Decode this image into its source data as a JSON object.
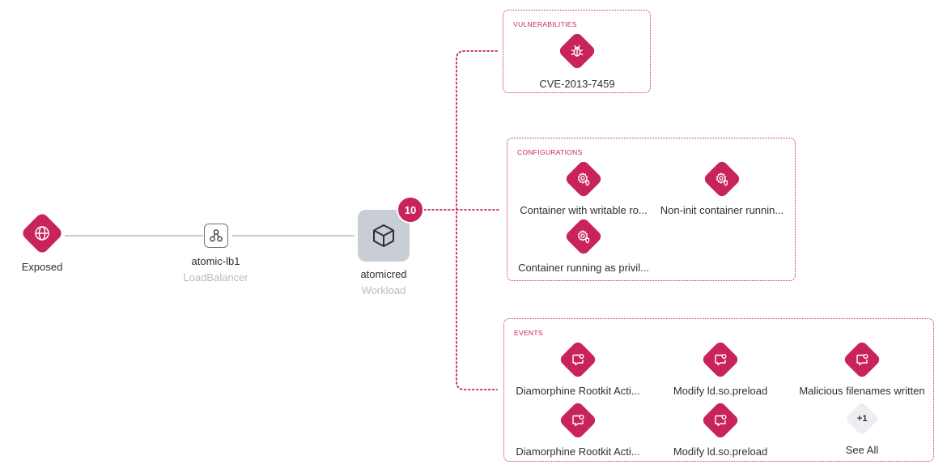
{
  "colors": {
    "accent": "#c8235c",
    "line": "#a7abb2",
    "workload_bg": "#c9ced6",
    "muted_text": "#b8bcc3"
  },
  "nodes": {
    "exposed": {
      "label": "Exposed",
      "icon": "globe-icon"
    },
    "load_balancer": {
      "label": "atomic-lb1",
      "type": "LoadBalancer",
      "icon": "load-balancer-icon"
    },
    "workload": {
      "label": "atomicred",
      "type": "Workload",
      "icon": "cube-icon",
      "badge": "10"
    }
  },
  "groups": {
    "vulnerabilities": {
      "title": "VULNERABILITIES",
      "items": [
        {
          "label": "CVE-2013-7459",
          "icon": "bug-icon"
        }
      ]
    },
    "configurations": {
      "title": "CONFIGURATIONS",
      "items": [
        {
          "label": "Container with writable ro...",
          "icon": "gear-shield-icon"
        },
        {
          "label": "Non-init container runnin...",
          "icon": "gear-shield-icon"
        },
        {
          "label": "Container running as privil...",
          "icon": "gear-shield-icon"
        }
      ]
    },
    "events": {
      "title": "EVENTS",
      "items": [
        {
          "label": "Diamorphine Rootkit Acti...",
          "icon": "alert-message-icon"
        },
        {
          "label": "Modify ld.so.preload",
          "icon": "alert-message-icon"
        },
        {
          "label": "Malicious filenames written",
          "icon": "alert-message-icon"
        },
        {
          "label": "Diamorphine Rootkit Acti...",
          "icon": "alert-message-icon"
        },
        {
          "label": "Modify ld.so.preload",
          "icon": "alert-message-icon"
        }
      ],
      "more": {
        "count": "+1",
        "label": "See All"
      }
    }
  }
}
